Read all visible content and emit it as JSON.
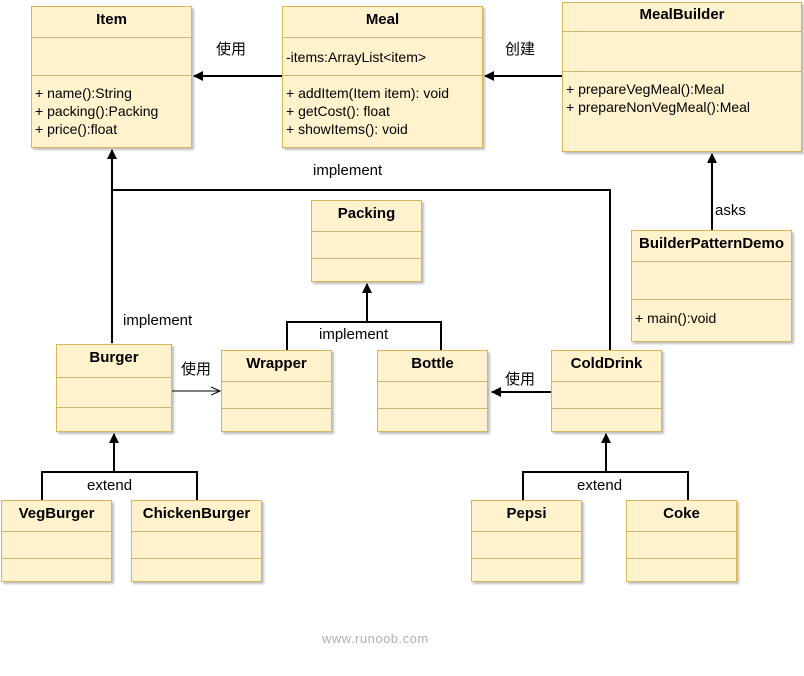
{
  "classes": {
    "item": {
      "name": "Item",
      "members": [
        "+ name():String",
        "+ packing():Packing",
        "+ price():float"
      ]
    },
    "meal": {
      "name": "Meal",
      "fields": [
        "-items:ArrayList<item>"
      ],
      "members": [
        "+ addItem(Item item): void",
        "+ getCost(): float",
        "+ showItems(): void"
      ]
    },
    "mealbuilder": {
      "name": "MealBuilder",
      "members": [
        "+ prepareVegMeal():Meal",
        "+ prepareNonVegMeal():Meal"
      ]
    },
    "packing": {
      "name": "Packing"
    },
    "builderdemo": {
      "name": "BuilderPatternDemo",
      "members": [
        "+ main():void"
      ]
    },
    "burger": {
      "name": "Burger"
    },
    "wrapper": {
      "name": "Wrapper"
    },
    "bottle": {
      "name": "Bottle"
    },
    "colddrink": {
      "name": "ColdDrink"
    },
    "vegburger": {
      "name": "VegBurger"
    },
    "chickenburger": {
      "name": "ChickenBurger"
    },
    "pepsi": {
      "name": "Pepsi"
    },
    "coke": {
      "name": "Coke"
    }
  },
  "labels": {
    "meal_uses_item": "使用",
    "builder_creates_meal": "创建",
    "demo_asks": "asks",
    "colddrink_implement": "implement",
    "burger_implement": "implement",
    "packing_implement": "implement",
    "burger_uses_wrapper": "使用",
    "colddrink_uses_bottle": "使用",
    "burger_extend": "extend",
    "colddrink_extend": "extend"
  },
  "watermark": "www.runoob.com",
  "colors": {
    "class_fill": "#fff2cc",
    "class_border": "#d6b656",
    "line": "#000000",
    "watermark": "#b0b0b0"
  }
}
